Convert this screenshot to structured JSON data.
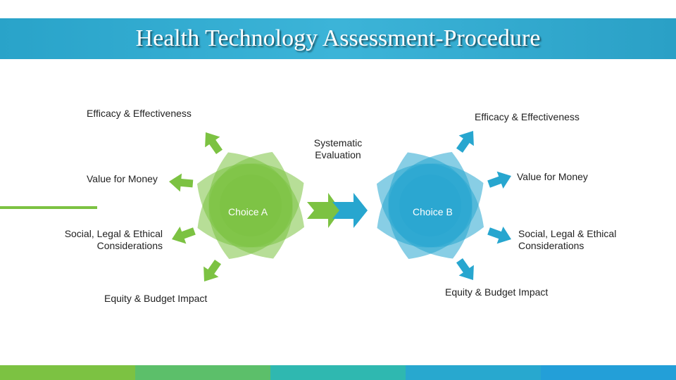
{
  "title": "Health Technology Assessment-Procedure",
  "colors": {
    "header": "#33acd2",
    "green": "#7cc242",
    "blue": "#27a6cf",
    "bottom_bar": [
      "#7cc242",
      "#5cbf6a",
      "#2fb8b0",
      "#28a8cf",
      "#239fd8"
    ]
  },
  "choice_a": {
    "label": "Choice A",
    "criteria": {
      "efficacy": "Efficacy & Effectiveness",
      "value": "Value for Money",
      "social_line1": "Social, Legal & Ethical",
      "social_line2": "Considerations",
      "equity": "Equity & Budget Impact"
    }
  },
  "choice_b": {
    "label": "Choice B",
    "criteria": {
      "efficacy": "Efficacy & Effectiveness",
      "value": "Value for Money",
      "social_line1": "Social, Legal & Ethical",
      "social_line2": "Considerations",
      "equity": "Equity & Budget Impact"
    }
  },
  "center": {
    "line1": "Systematic",
    "line2": "Evaluation"
  },
  "icons": {
    "arrow": "arrow-icon",
    "flower": "flower-shape"
  }
}
